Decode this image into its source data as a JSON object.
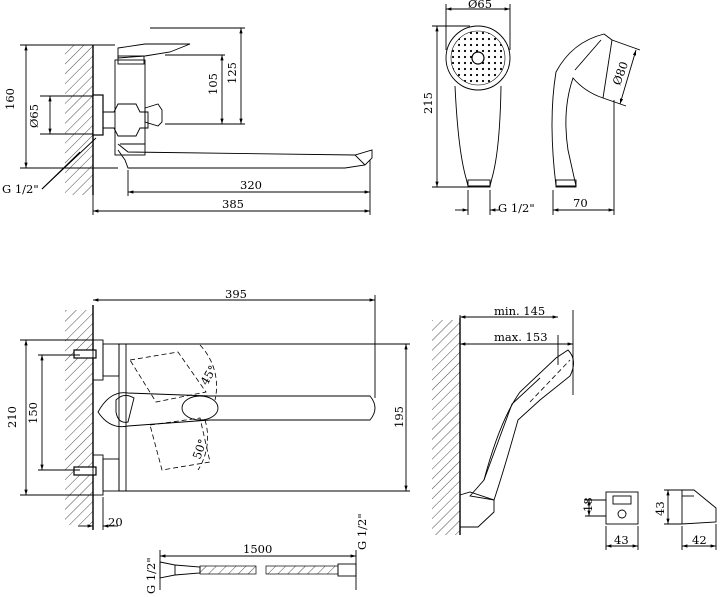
{
  "faucet_front": {
    "thread_label": "G 1/2\"",
    "height_total": "160",
    "flange_diameter": "Ø65",
    "height_lever": "105",
    "height_top": "125",
    "spout_reach": "320",
    "total_reach": "385"
  },
  "hand_shower": {
    "head_diameter": "Ø65",
    "length": "215",
    "thread_label": "G 1/2\"",
    "side_diameter": "Ø80",
    "depth": "70"
  },
  "faucet_top": {
    "total_length": "395",
    "height_total": "210",
    "pipe_spacing": "150",
    "spout_height": "195",
    "angle_top": "45°",
    "angle_bottom": "50°",
    "wall_offset": "20"
  },
  "shower_holder": {
    "min_label": "min. 145",
    "max_label": "max. 153"
  },
  "hose": {
    "thread_left": "G 1/2\"",
    "length": "1500",
    "thread_right": "G 1/2\""
  },
  "bracket": {
    "height_left": "18",
    "width_left": "43",
    "height_right": "43",
    "width_right": "42"
  }
}
